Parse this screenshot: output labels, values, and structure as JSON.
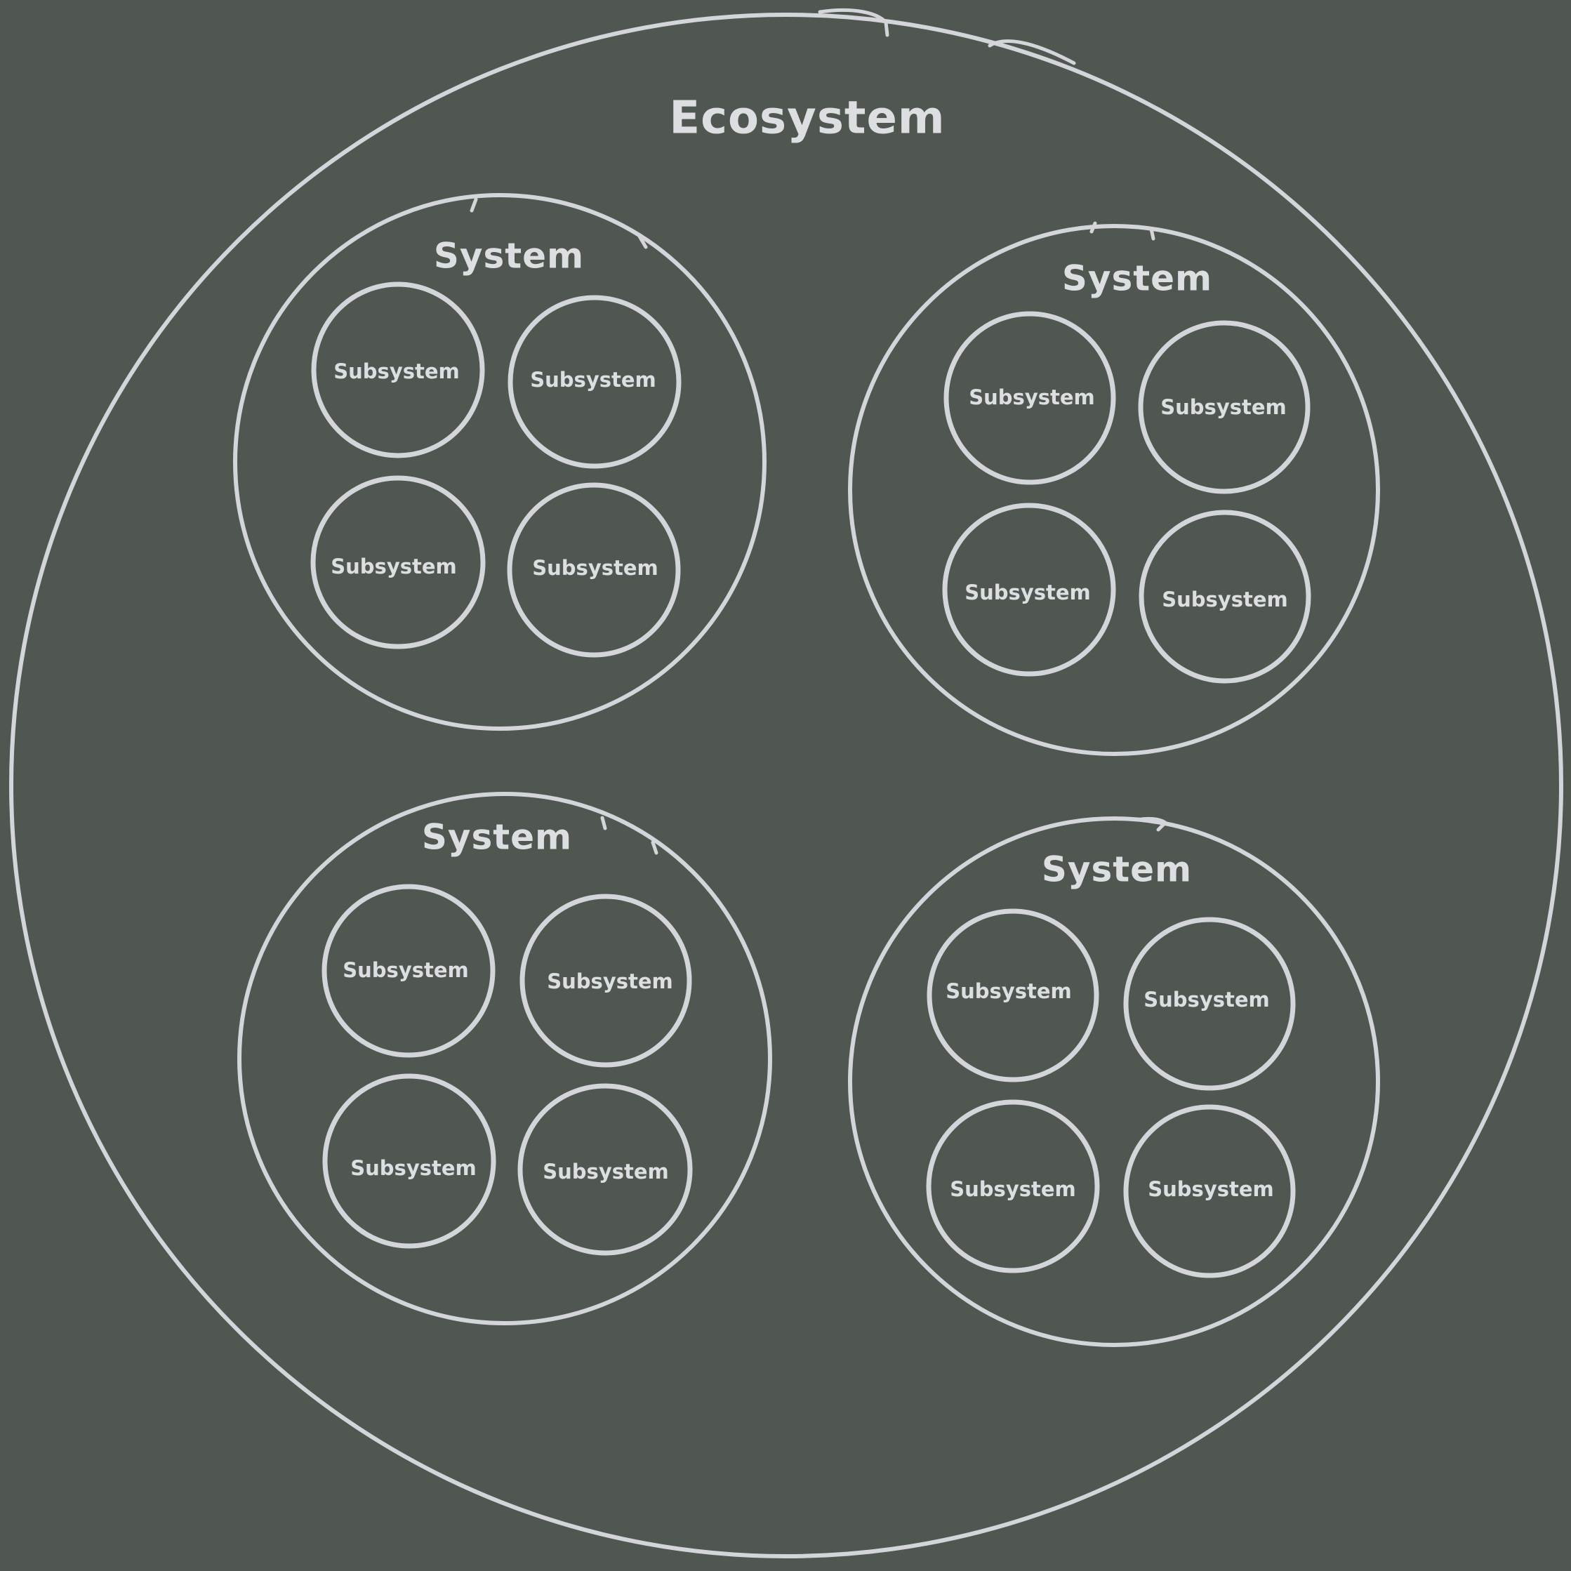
{
  "background_color": "#4f5750",
  "stroke_color": "#d3d5da",
  "text_color": "#dcdee2",
  "ecosystem": {
    "label": "Ecosystem"
  },
  "systems": [
    {
      "label": "System",
      "subsystems": [
        {
          "label": "Subsystem"
        },
        {
          "label": "Subsystem"
        },
        {
          "label": "Subsystem"
        },
        {
          "label": "Subsystem"
        }
      ]
    },
    {
      "label": "System",
      "subsystems": [
        {
          "label": "Subsystem"
        },
        {
          "label": "Subsystem"
        },
        {
          "label": "Subsystem"
        },
        {
          "label": "Subsystem"
        }
      ]
    },
    {
      "label": "System",
      "subsystems": [
        {
          "label": "Subsystem"
        },
        {
          "label": "Subsystem"
        },
        {
          "label": "Subsystem"
        },
        {
          "label": "Subsystem"
        }
      ]
    },
    {
      "label": "System",
      "subsystems": [
        {
          "label": "Subsystem"
        },
        {
          "label": "Subsystem"
        },
        {
          "label": "Subsystem"
        },
        {
          "label": "Subsystem"
        }
      ]
    }
  ]
}
